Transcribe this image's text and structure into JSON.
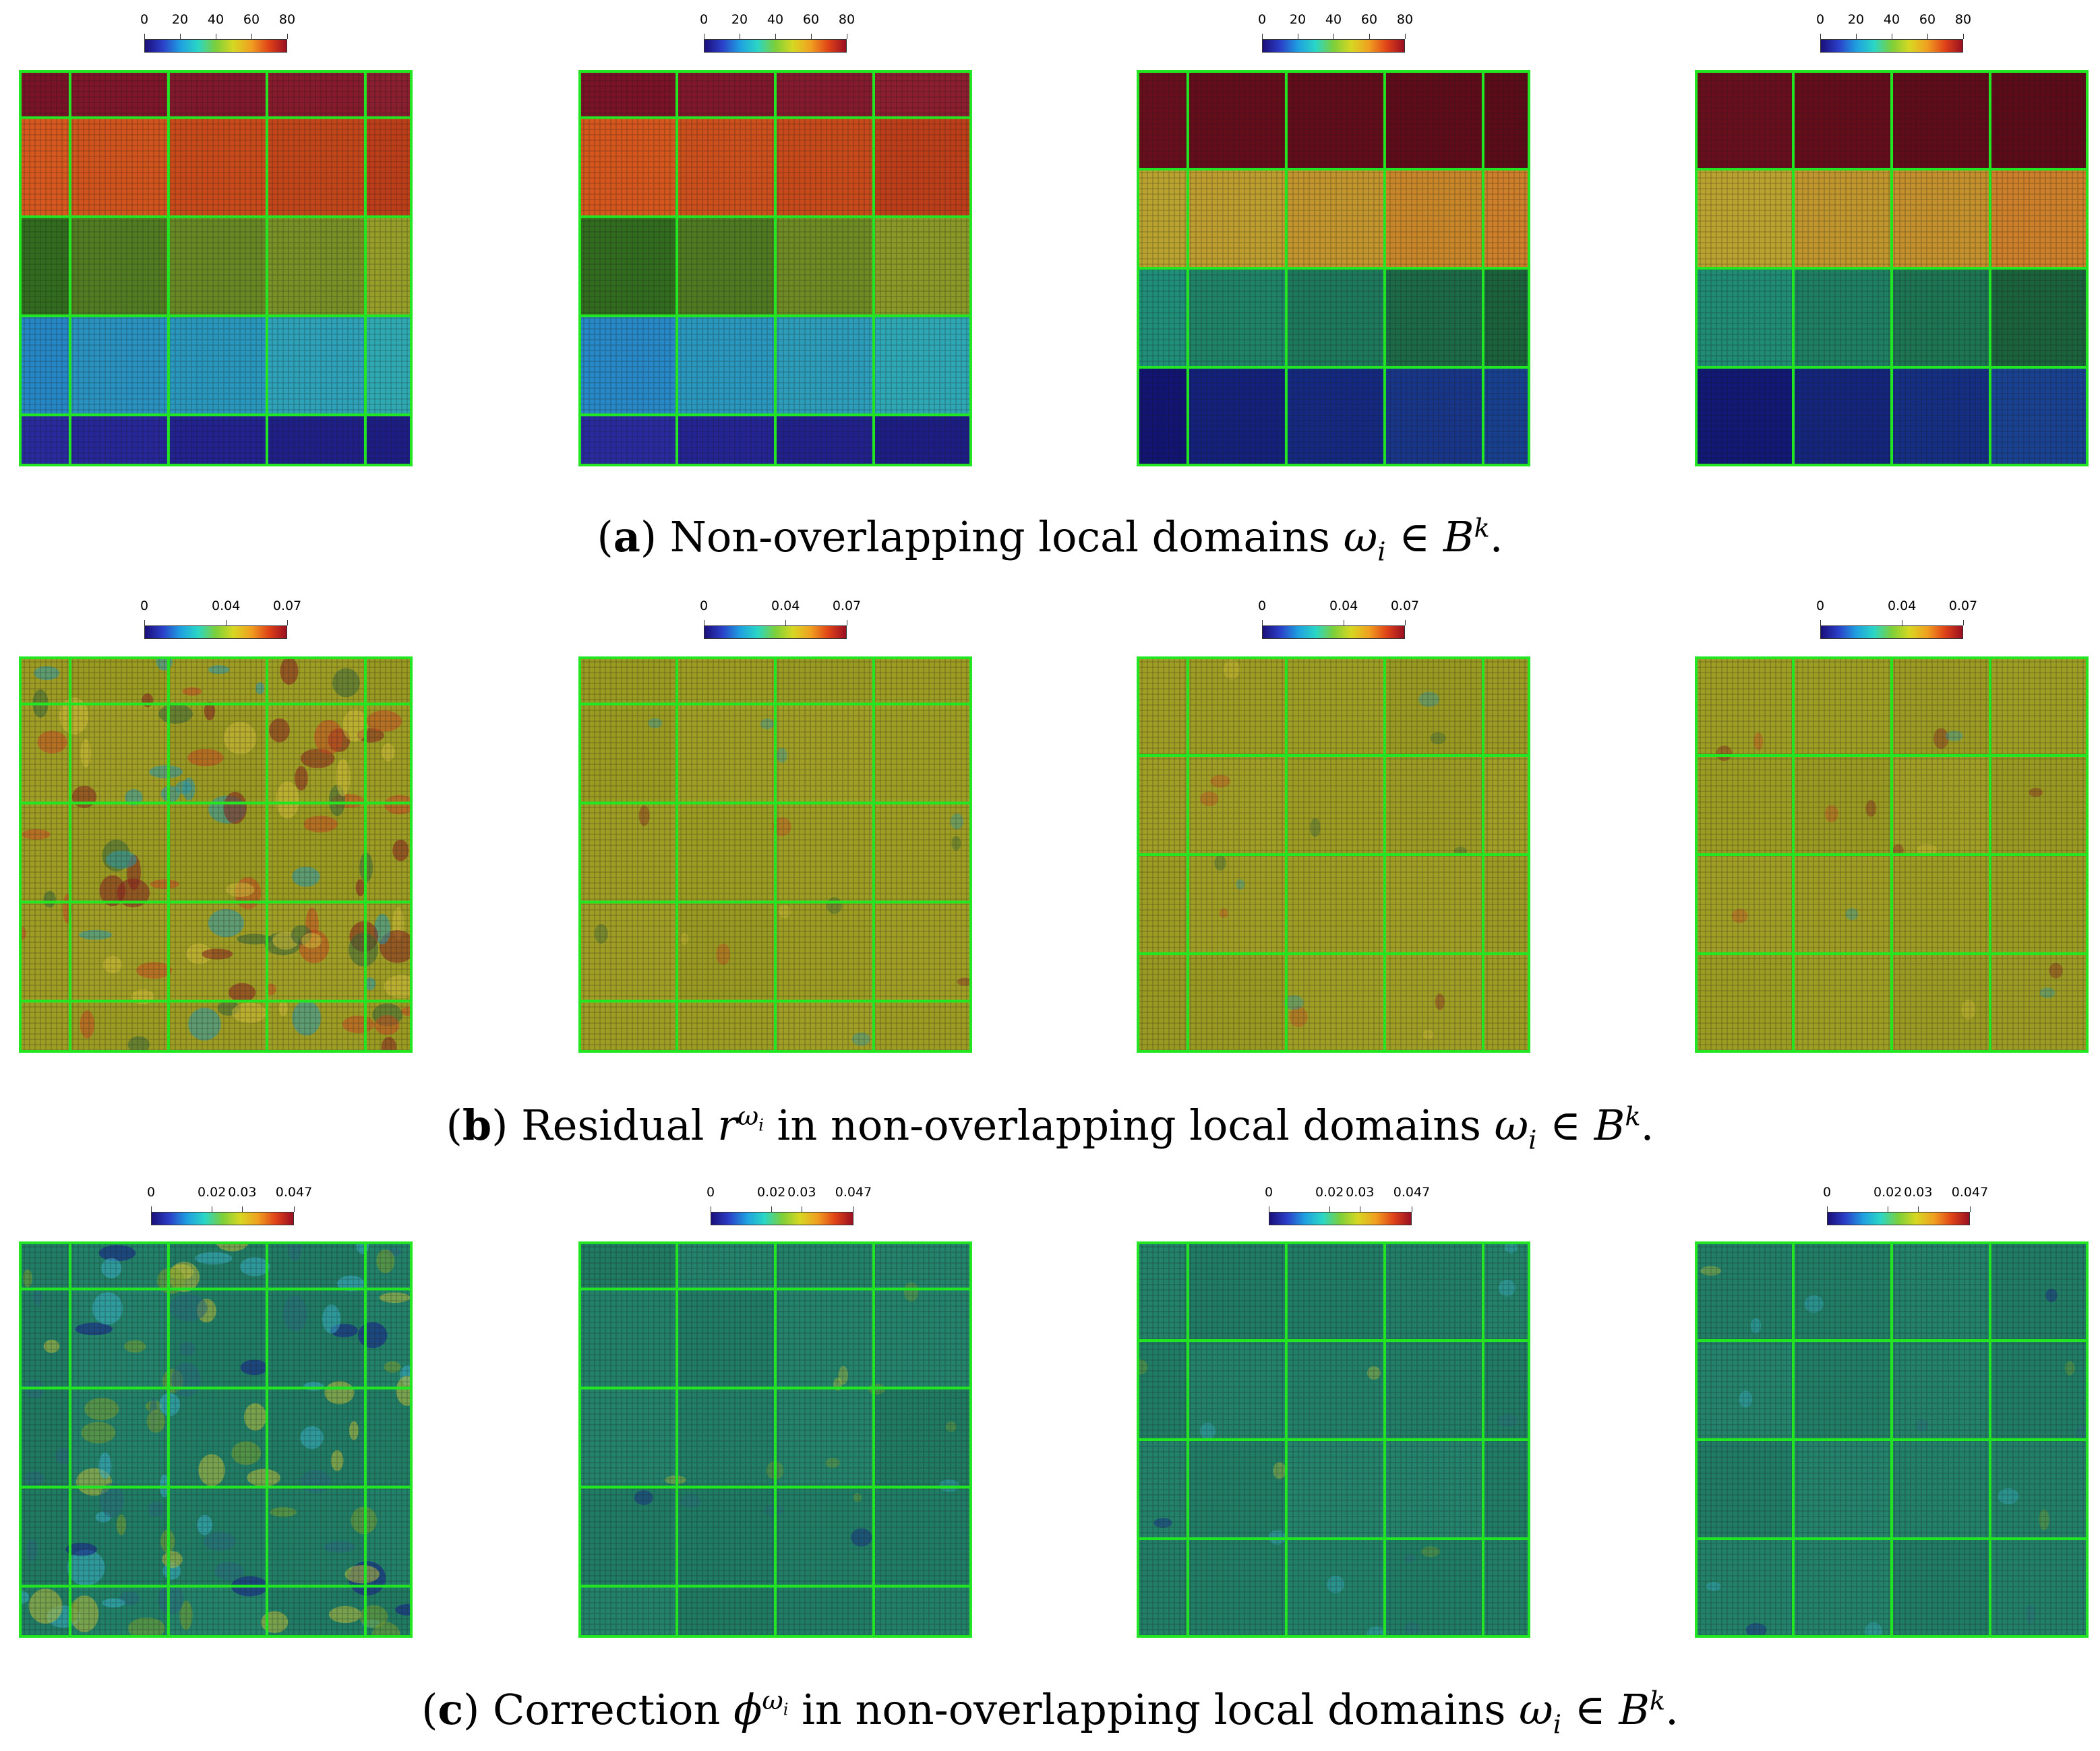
{
  "rows": [
    {
      "id": "a",
      "label": "a",
      "caption": ") Non-overlapping local domains ",
      "colorbar": {
        "ticks": [
          "0",
          "20",
          "40",
          "60",
          "80"
        ],
        "min": 0,
        "max": 80
      },
      "kind": "solution"
    },
    {
      "id": "b",
      "label": "b",
      "caption": ") Residual ",
      "caption_mid": " in non-overlapping local domains ",
      "colorbar": {
        "ticks": [
          "0",
          "0.04",
          "0.07"
        ],
        "tick_values": [
          0,
          0.04,
          0.07
        ],
        "min": 0,
        "max": 0.07
      },
      "kind": "residual"
    },
    {
      "id": "c",
      "label": "c",
      "caption": ") Correction ",
      "caption_mid": " in non-overlapping local domains ",
      "colorbar": {
        "ticks": [
          "0",
          "0.02",
          "0.03",
          "0.047"
        ],
        "tick_values": [
          0,
          0.02,
          0.03,
          0.047
        ],
        "min": 0,
        "max": 0.047
      },
      "kind": "correction"
    }
  ],
  "colors": {
    "subdomain_border": "#22e622",
    "mesh_line": "#1a1a1a"
  }
}
